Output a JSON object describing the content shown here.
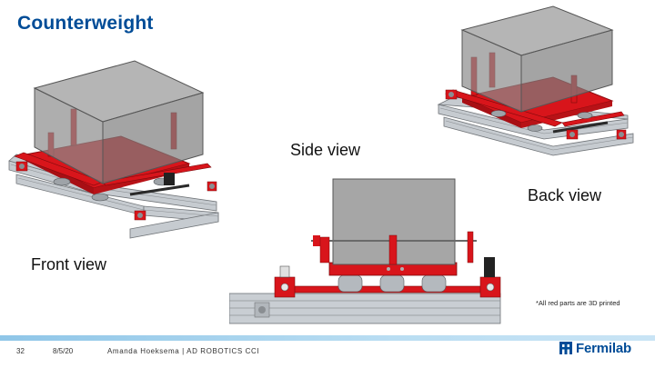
{
  "slide": {
    "title": "Counterweight",
    "captions": {
      "side": "Side view",
      "back": "Back view",
      "front": "Front view"
    },
    "note": "*All red parts are 3D printed",
    "footer": {
      "page": "32",
      "date": "8/5/20",
      "author": "Amanda Hoeksema | AD ROBOTICS CCI",
      "logo": "Fermilab"
    }
  },
  "colors": {
    "title": "#004C97",
    "part_red": "#D8151B",
    "box_grey": "#8E8E8E",
    "rail_silver": "#C8CDD2",
    "footer_bar": "#A8D4EE"
  },
  "icons": [
    "fermilab-logo-icon"
  ]
}
